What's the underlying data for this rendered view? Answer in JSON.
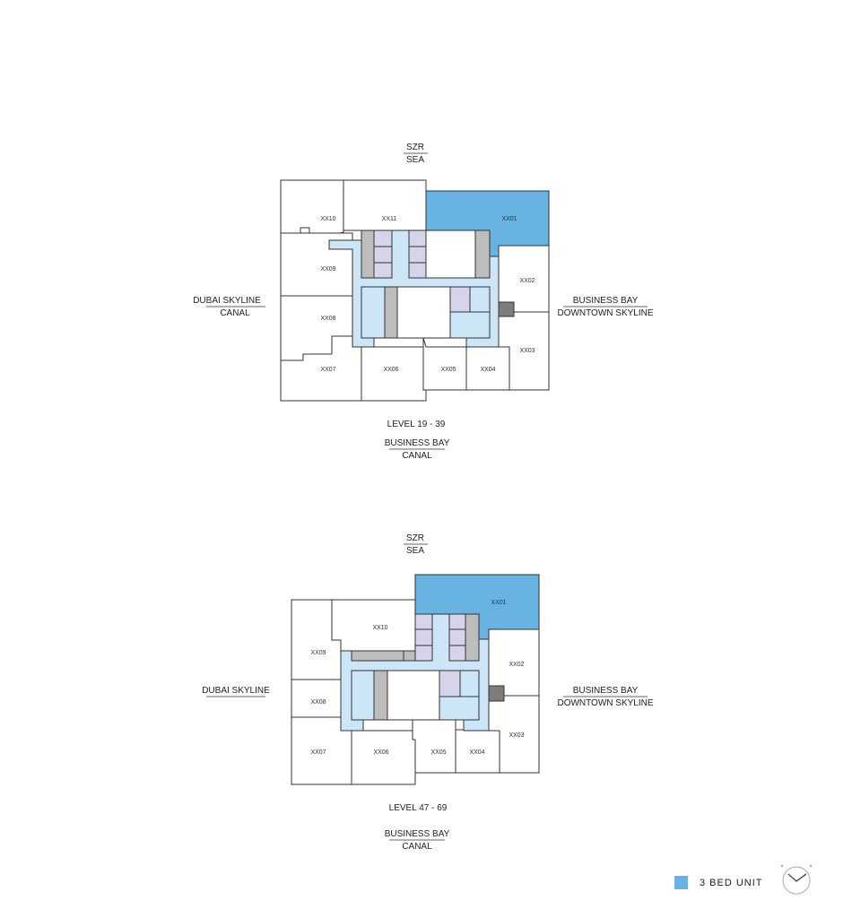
{
  "colors": {
    "three_bed": "#67b3e2",
    "core": "#cce6f7",
    "service": "#bdbdbd",
    "storage": "#d6d4ea"
  },
  "plans": [
    {
      "north": [
        "SZR",
        "SEA"
      ],
      "west": [
        "DUBAI SKYLINE",
        "CANAL"
      ],
      "east": [
        "BUSINESS BAY",
        "DOWNTOWN SKYLINE"
      ],
      "south": [
        "BUSINESS BAY",
        "CANAL"
      ],
      "level": "LEVEL 19 - 39",
      "units": [
        "XX01",
        "XX02",
        "XX03",
        "XX04",
        "XX05",
        "XX06",
        "XX07",
        "XX08",
        "XX09",
        "XX10",
        "XX11"
      ],
      "highlighted": [
        "XX01"
      ]
    },
    {
      "north": [
        "SZR",
        "SEA"
      ],
      "west": [
        "DUBAI SKYLINE"
      ],
      "east": [
        "BUSINESS BAY",
        "DOWNTOWN SKYLINE"
      ],
      "south": [
        "BUSINESS BAY",
        "CANAL"
      ],
      "level": "LEVEL 47 - 69",
      "units": [
        "XX01",
        "XX02",
        "XX03",
        "XX04",
        "XX05",
        "XX06",
        "XX07",
        "XX08",
        "XX09",
        "XX10"
      ],
      "highlighted": [
        "XX01"
      ]
    }
  ],
  "legend": {
    "label": "3 BED UNIT",
    "icon": "compass-clock-icon"
  }
}
